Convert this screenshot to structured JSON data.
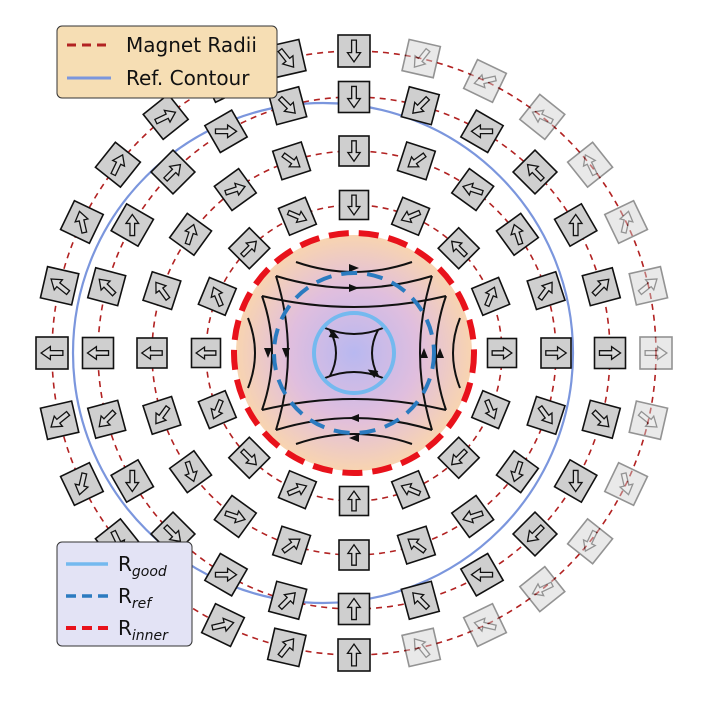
{
  "legend_top": {
    "items": [
      {
        "label": "Magnet Radii",
        "color": "#b22222",
        "style": "dashed"
      },
      {
        "label": "Ref. Contour",
        "color": "#7b96dd",
        "style": "solid"
      }
    ],
    "background": "#f6deb4"
  },
  "legend_bottom": {
    "items": [
      {
        "label_main": "R",
        "label_sub": "good",
        "color": "#74b9ef",
        "style": "solid"
      },
      {
        "label_main": "R",
        "label_sub": "ref",
        "color": "#2b7bc0",
        "style": "dashed"
      },
      {
        "label_main": "R",
        "label_sub": "inner",
        "color": "#e8121b",
        "style": "dashed"
      }
    ],
    "background": "#e3e3f5"
  },
  "colors": {
    "magnet_fill": "#cfcfcf",
    "magnet_stroke": "#111111",
    "bore_gradient_inner": "#b6b6ee",
    "bore_gradient_outer": "#f7d3b4",
    "field_lines": "#111111"
  },
  "magnet_rings": [
    {
      "ring": 1,
      "count": 16,
      "faded": false
    },
    {
      "ring": 2,
      "count": 20,
      "faded": false
    },
    {
      "ring": 3,
      "count": 24,
      "faded": false
    },
    {
      "ring": 4,
      "count": 28,
      "faded_sector": "upper-right and lower-right"
    }
  ]
}
